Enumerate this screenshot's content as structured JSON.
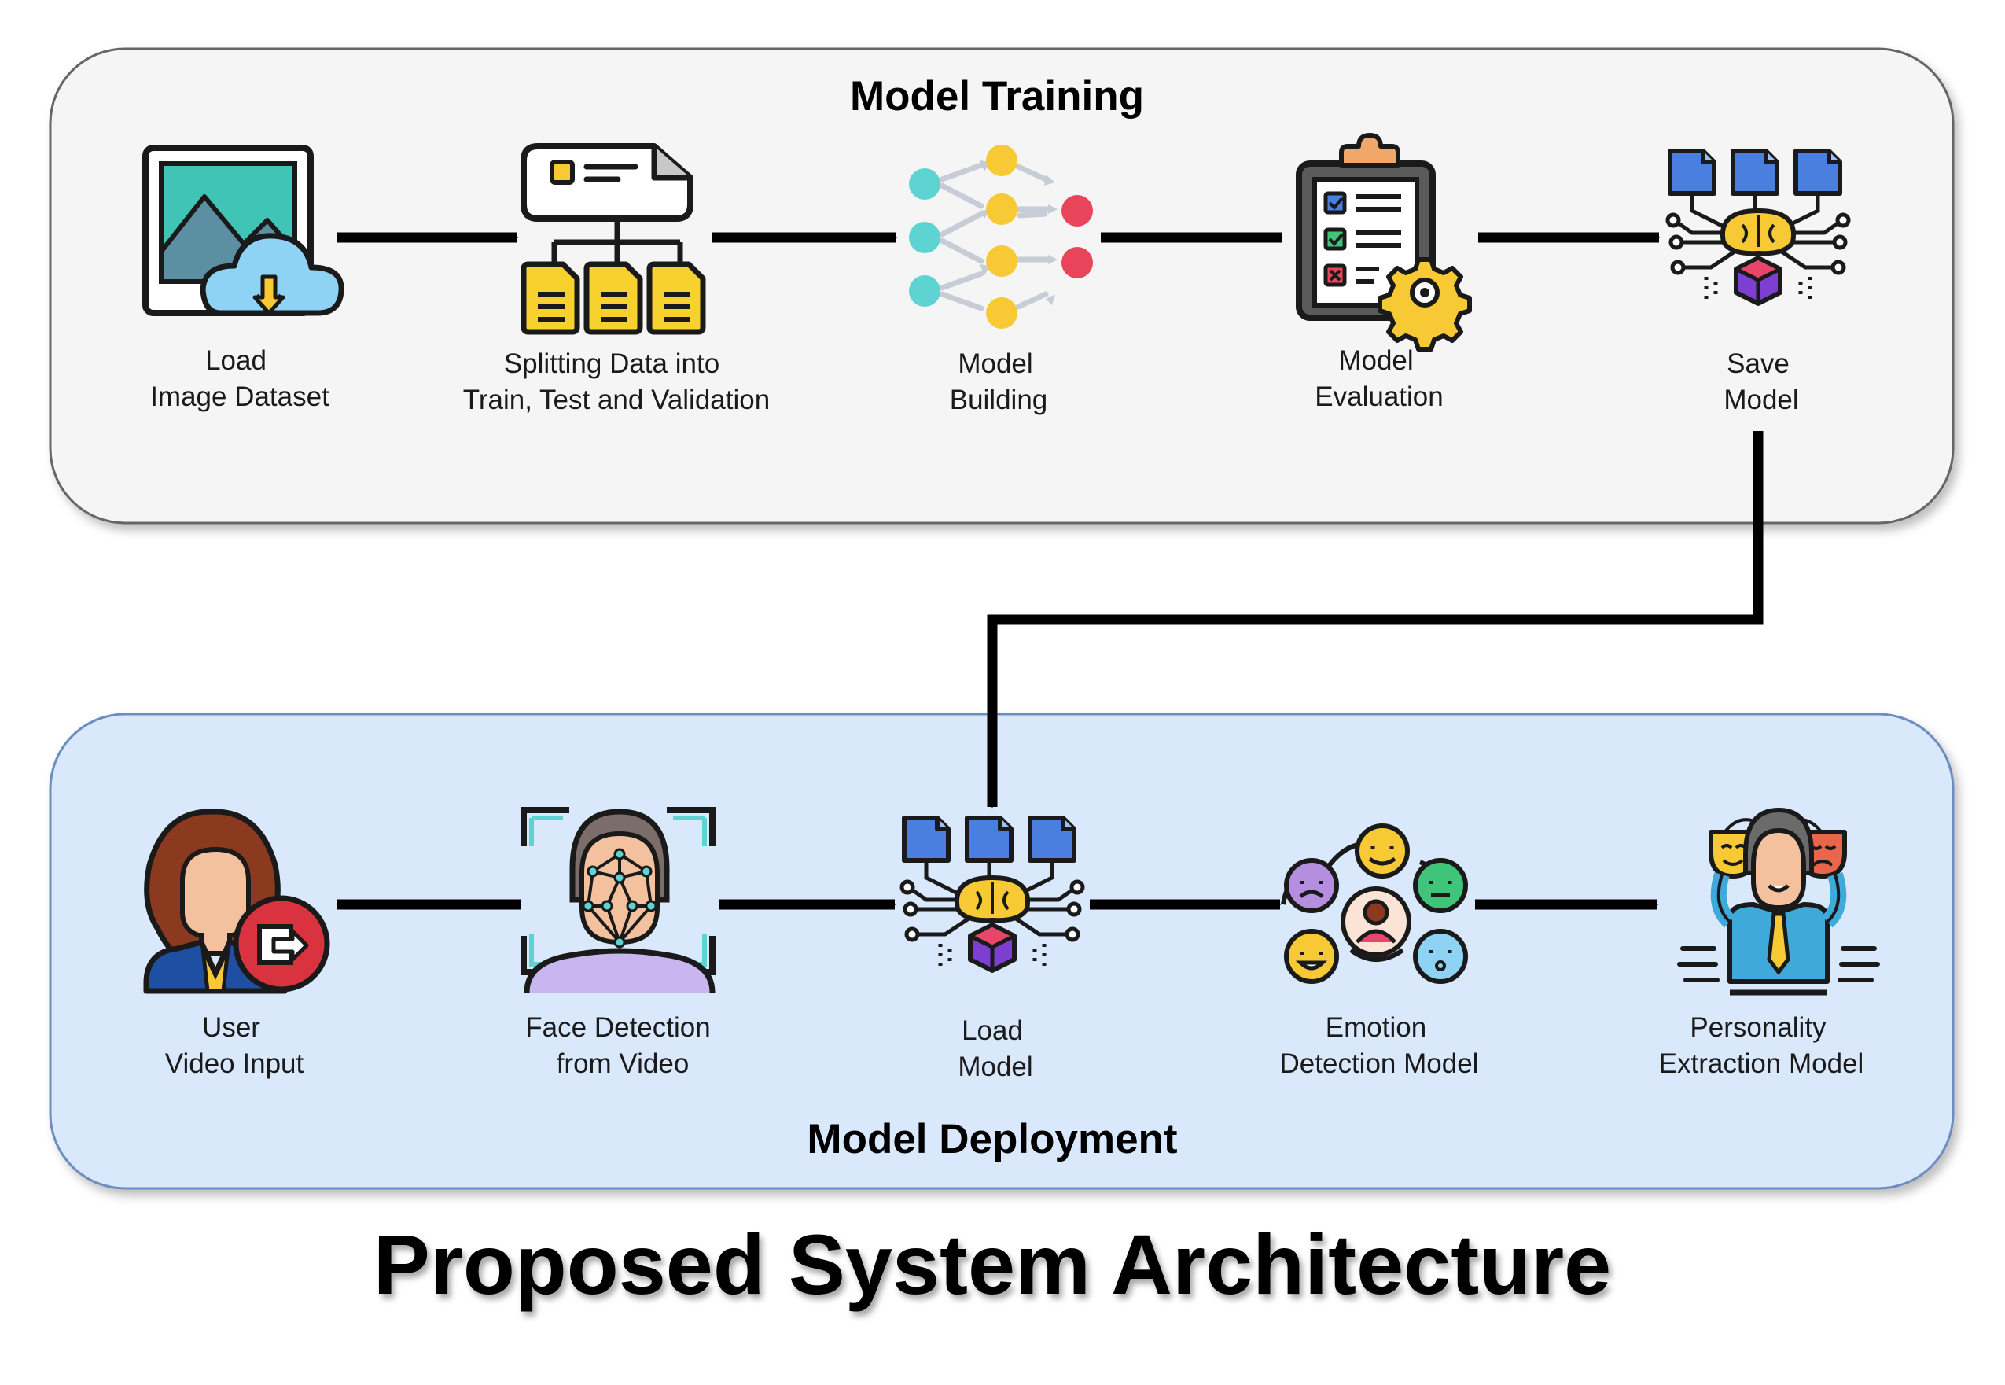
{
  "training": {
    "title": "Model Training",
    "steps": [
      {
        "line1": "Load",
        "line2": "Image Dataset",
        "icon": "image-dataset-cloud-download-icon"
      },
      {
        "line1": "Splitting Data into",
        "line2": "Train, Test and Validation",
        "icon": "data-split-documents-icon"
      },
      {
        "line1": "Model",
        "line2": "Building",
        "icon": "neural-network-icon"
      },
      {
        "line1": "Model",
        "line2": "Evaluation",
        "icon": "clipboard-checklist-gear-icon"
      },
      {
        "line1": "Save",
        "line2": "Model",
        "icon": "brain-model-save-icon"
      }
    ]
  },
  "deployment": {
    "title": "Model Deployment",
    "steps": [
      {
        "line1": "User",
        "line2": "Video Input",
        "icon": "user-video-input-icon"
      },
      {
        "line1": "Face Detection",
        "line2": "from Video",
        "icon": "face-detection-icon"
      },
      {
        "line1": "Load",
        "line2": "Model",
        "icon": "brain-model-load-icon"
      },
      {
        "line1": "Emotion",
        "line2": "Detection Model",
        "icon": "emotion-faces-icon"
      },
      {
        "line1": "Personality",
        "line2": "Extraction Model",
        "icon": "personality-masks-icon"
      }
    ]
  },
  "main_title": "Proposed System Architecture",
  "colors": {
    "training_panel_fill": "#f5f5f5",
    "deployment_panel_fill": "#dae8fc",
    "deployment_panel_border": "#6c8ebf",
    "arrow": "#000000"
  }
}
